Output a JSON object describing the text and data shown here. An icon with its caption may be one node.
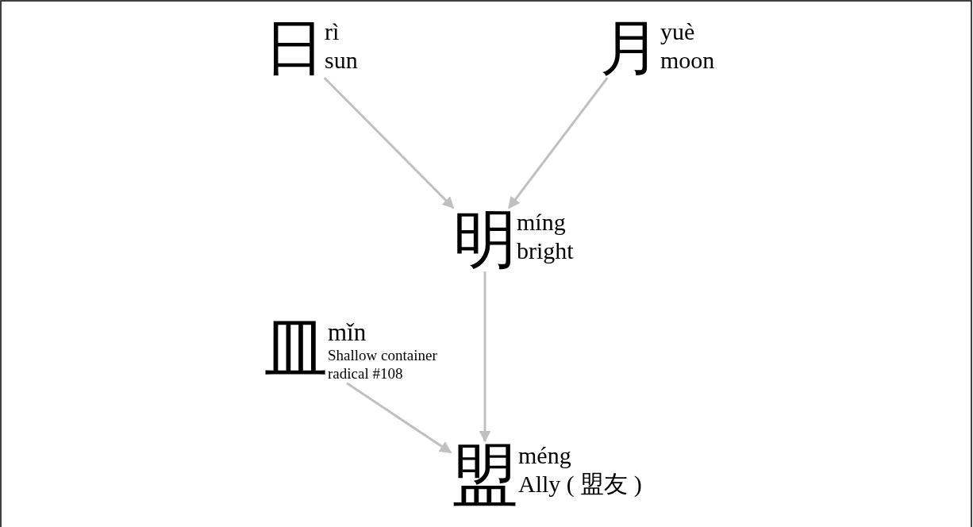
{
  "diagram": {
    "nodes": [
      {
        "text": [
          "日",
          "rì",
          "sun"
        ]
      },
      {
        "text": [
          "月",
          "yuè",
          "moon"
        ]
      },
      {
        "text": [
          "明",
          "míng",
          "bright"
        ]
      },
      {
        "text": [
          "皿",
          "mǐn",
          "Shallow container radical #108"
        ]
      },
      {
        "text": [
          "盟",
          "méng",
          "Ally ( 盟友 )"
        ]
      }
    ],
    "edges": [
      {
        "from": 0,
        "to": 2,
        "arrow": "to"
      },
      {
        "from": 1,
        "to": 2,
        "arrow": "to"
      },
      {
        "from": 2,
        "to": 4,
        "arrow": "to"
      },
      {
        "from": 3,
        "to": 4,
        "arrow": "to"
      }
    ]
  }
}
